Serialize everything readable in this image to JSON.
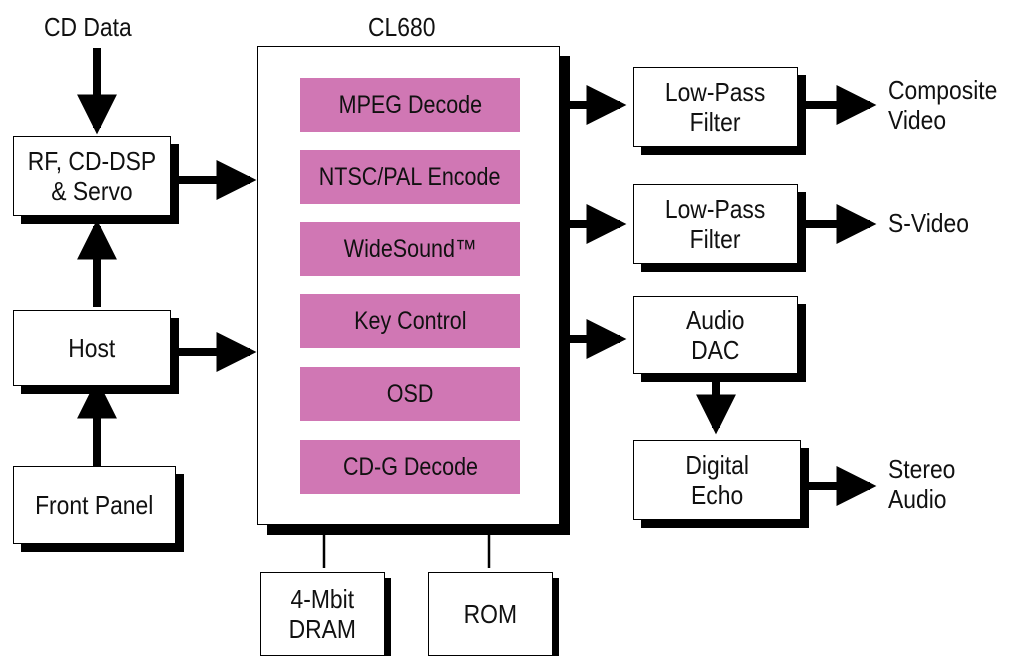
{
  "inputs": {
    "cd_data": "CD Data"
  },
  "chip": {
    "title": "CL680",
    "functions": [
      "MPEG Decode",
      "NTSC/PAL Encode",
      "WideSound™",
      "Key Control",
      "OSD",
      "CD-G Decode"
    ]
  },
  "blocks": {
    "rf_servo": "RF, CD-DSP\n& Servo",
    "host": "Host",
    "front_panel": "Front Panel",
    "dram": "4-Mbit\nDRAM",
    "rom": "ROM",
    "lpf_composite": "Low-Pass\nFilter",
    "lpf_svideo": "Low-Pass\nFilter",
    "audio_dac": "Audio\nDAC",
    "digital_echo": "Digital\nEcho"
  },
  "outputs": {
    "composite": "Composite\nVideo",
    "svideo": "S-Video",
    "stereo": "Stereo\nAudio"
  },
  "colors": {
    "function_fill": "#d077b4",
    "line": "#000000"
  }
}
